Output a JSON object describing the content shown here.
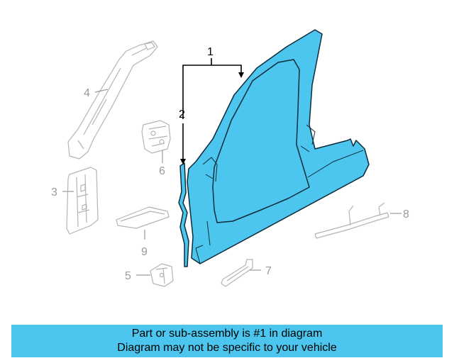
{
  "callouts": {
    "c1": "1",
    "c2": "2",
    "c3": "3",
    "c4": "4",
    "c5": "5",
    "c6": "6",
    "c7": "7",
    "c8": "8",
    "c9": "9"
  },
  "banner": {
    "line1": "Part or sub-assembly is #1 in diagram",
    "line2": "Diagram may not be specific to your vehicle"
  },
  "colors": {
    "highlight": "#4cc6ee",
    "outline": "#0e2b3a",
    "ghost": "#b4b4b4"
  }
}
